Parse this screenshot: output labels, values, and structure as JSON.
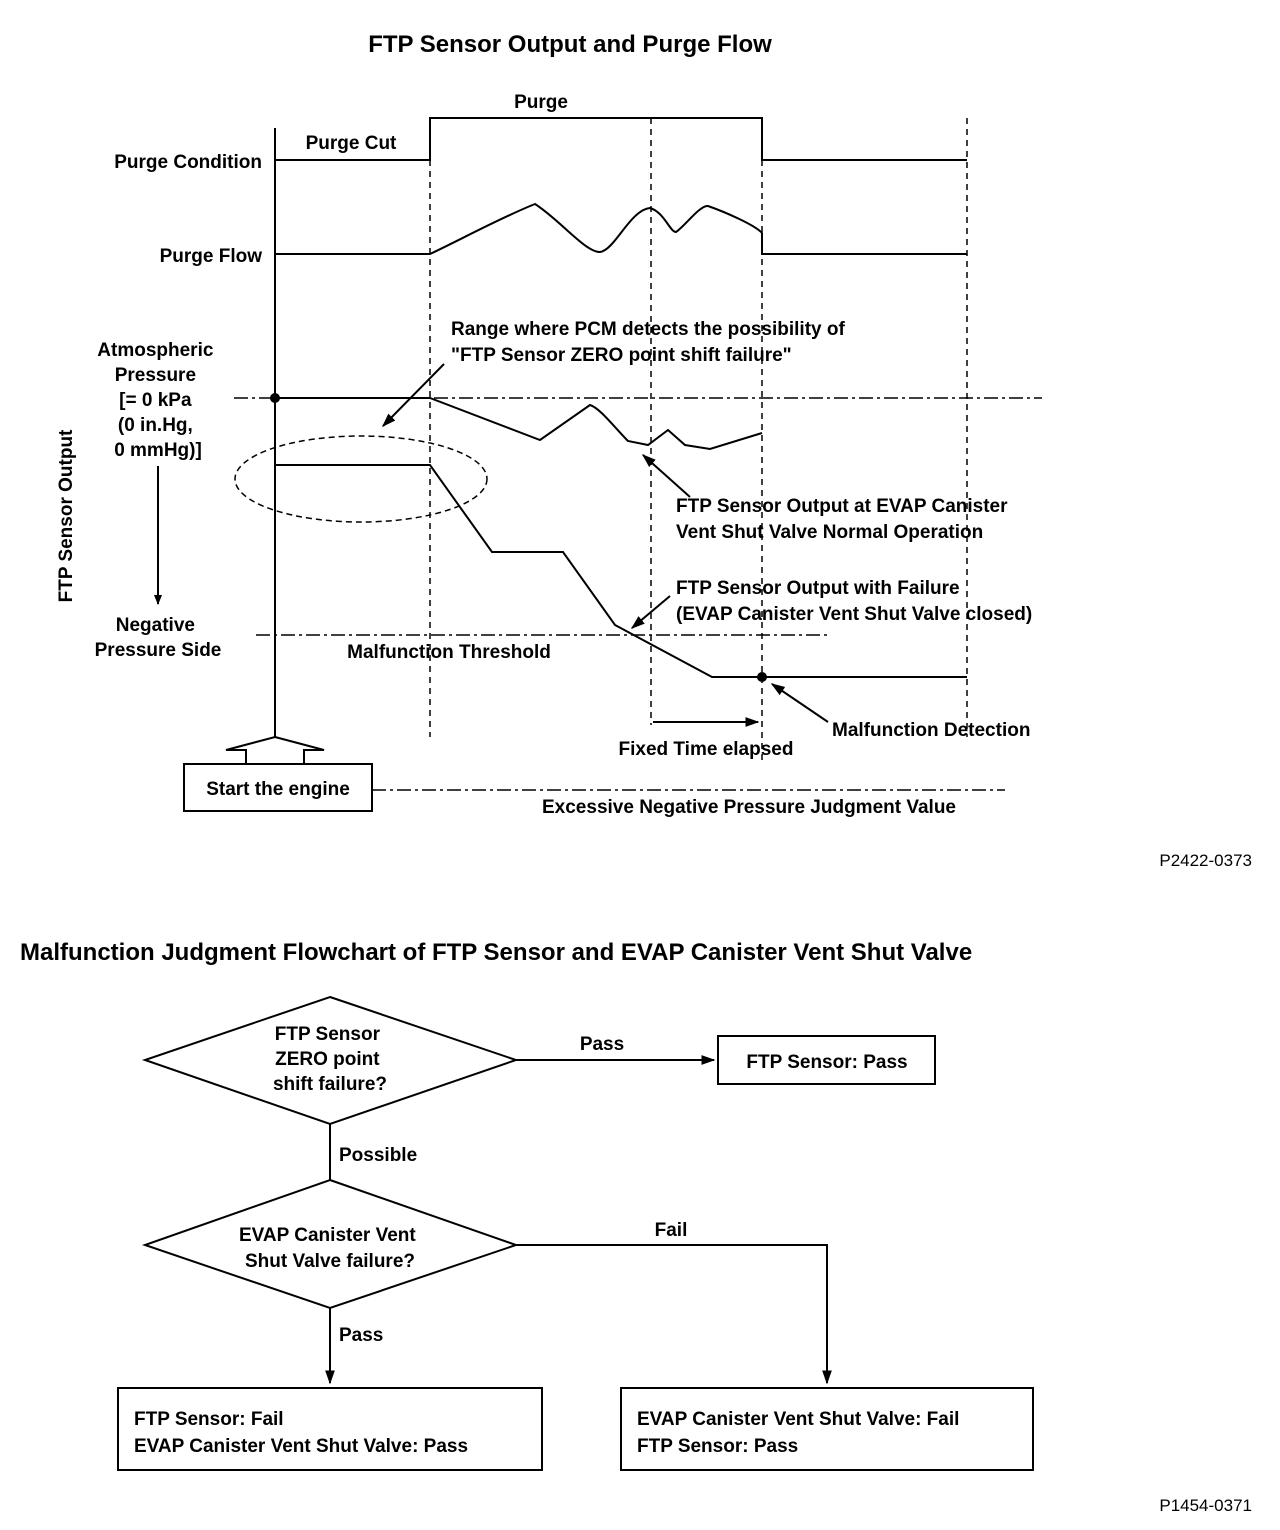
{
  "timing_chart": {
    "title": "FTP Sensor Output and Purge Flow",
    "purge_label": "Purge",
    "purge_cut_label": "Purge Cut",
    "row_purge_condition": "Purge Condition",
    "row_purge_flow": "Purge Flow",
    "atmospheric": [
      "Atmospheric",
      "Pressure",
      "[= 0 kPa",
      "(0 in.Hg,",
      "0 mmHg)]"
    ],
    "y_axis_label": "FTP Sensor Output",
    "negative_side": [
      "Negative",
      "Pressure Side"
    ],
    "range_note": [
      "Range where PCM detects the possibility of",
      "\"FTP Sensor ZERO point shift failure\""
    ],
    "normal_note": [
      "FTP Sensor Output at EVAP Canister",
      "Vent Shut Valve Normal Operation"
    ],
    "failure_note": [
      "FTP Sensor Output with Failure",
      "(EVAP Canister Vent Shut Valve closed)"
    ],
    "malfunction_threshold": "Malfunction Threshold",
    "malfunction_detection": "Malfunction Detection",
    "fixed_time": "Fixed Time elapsed",
    "start_engine": "Start the engine",
    "excessive_negative": "Excessive Negative Pressure Judgment Value",
    "figure_id": "P2422-0373"
  },
  "flowchart": {
    "title": "Malfunction Judgment Flowchart of FTP Sensor and EVAP Canister Vent Shut Valve",
    "decision1": [
      "FTP Sensor",
      "ZERO point",
      "shift failure?"
    ],
    "pass1": "Pass",
    "box_ftp_pass": "FTP Sensor: Pass",
    "possible": "Possible",
    "decision2": [
      "EVAP Canister Vent",
      "Shut Valve failure?"
    ],
    "fail": "Fail",
    "pass2": "Pass",
    "box_left": [
      "FTP Sensor: Fail",
      "EVAP Canister Vent Shut Valve: Pass"
    ],
    "box_right": [
      "EVAP Canister Vent Shut Valve: Fail",
      "FTP Sensor: Pass"
    ],
    "figure_id": "P1454-0371"
  }
}
